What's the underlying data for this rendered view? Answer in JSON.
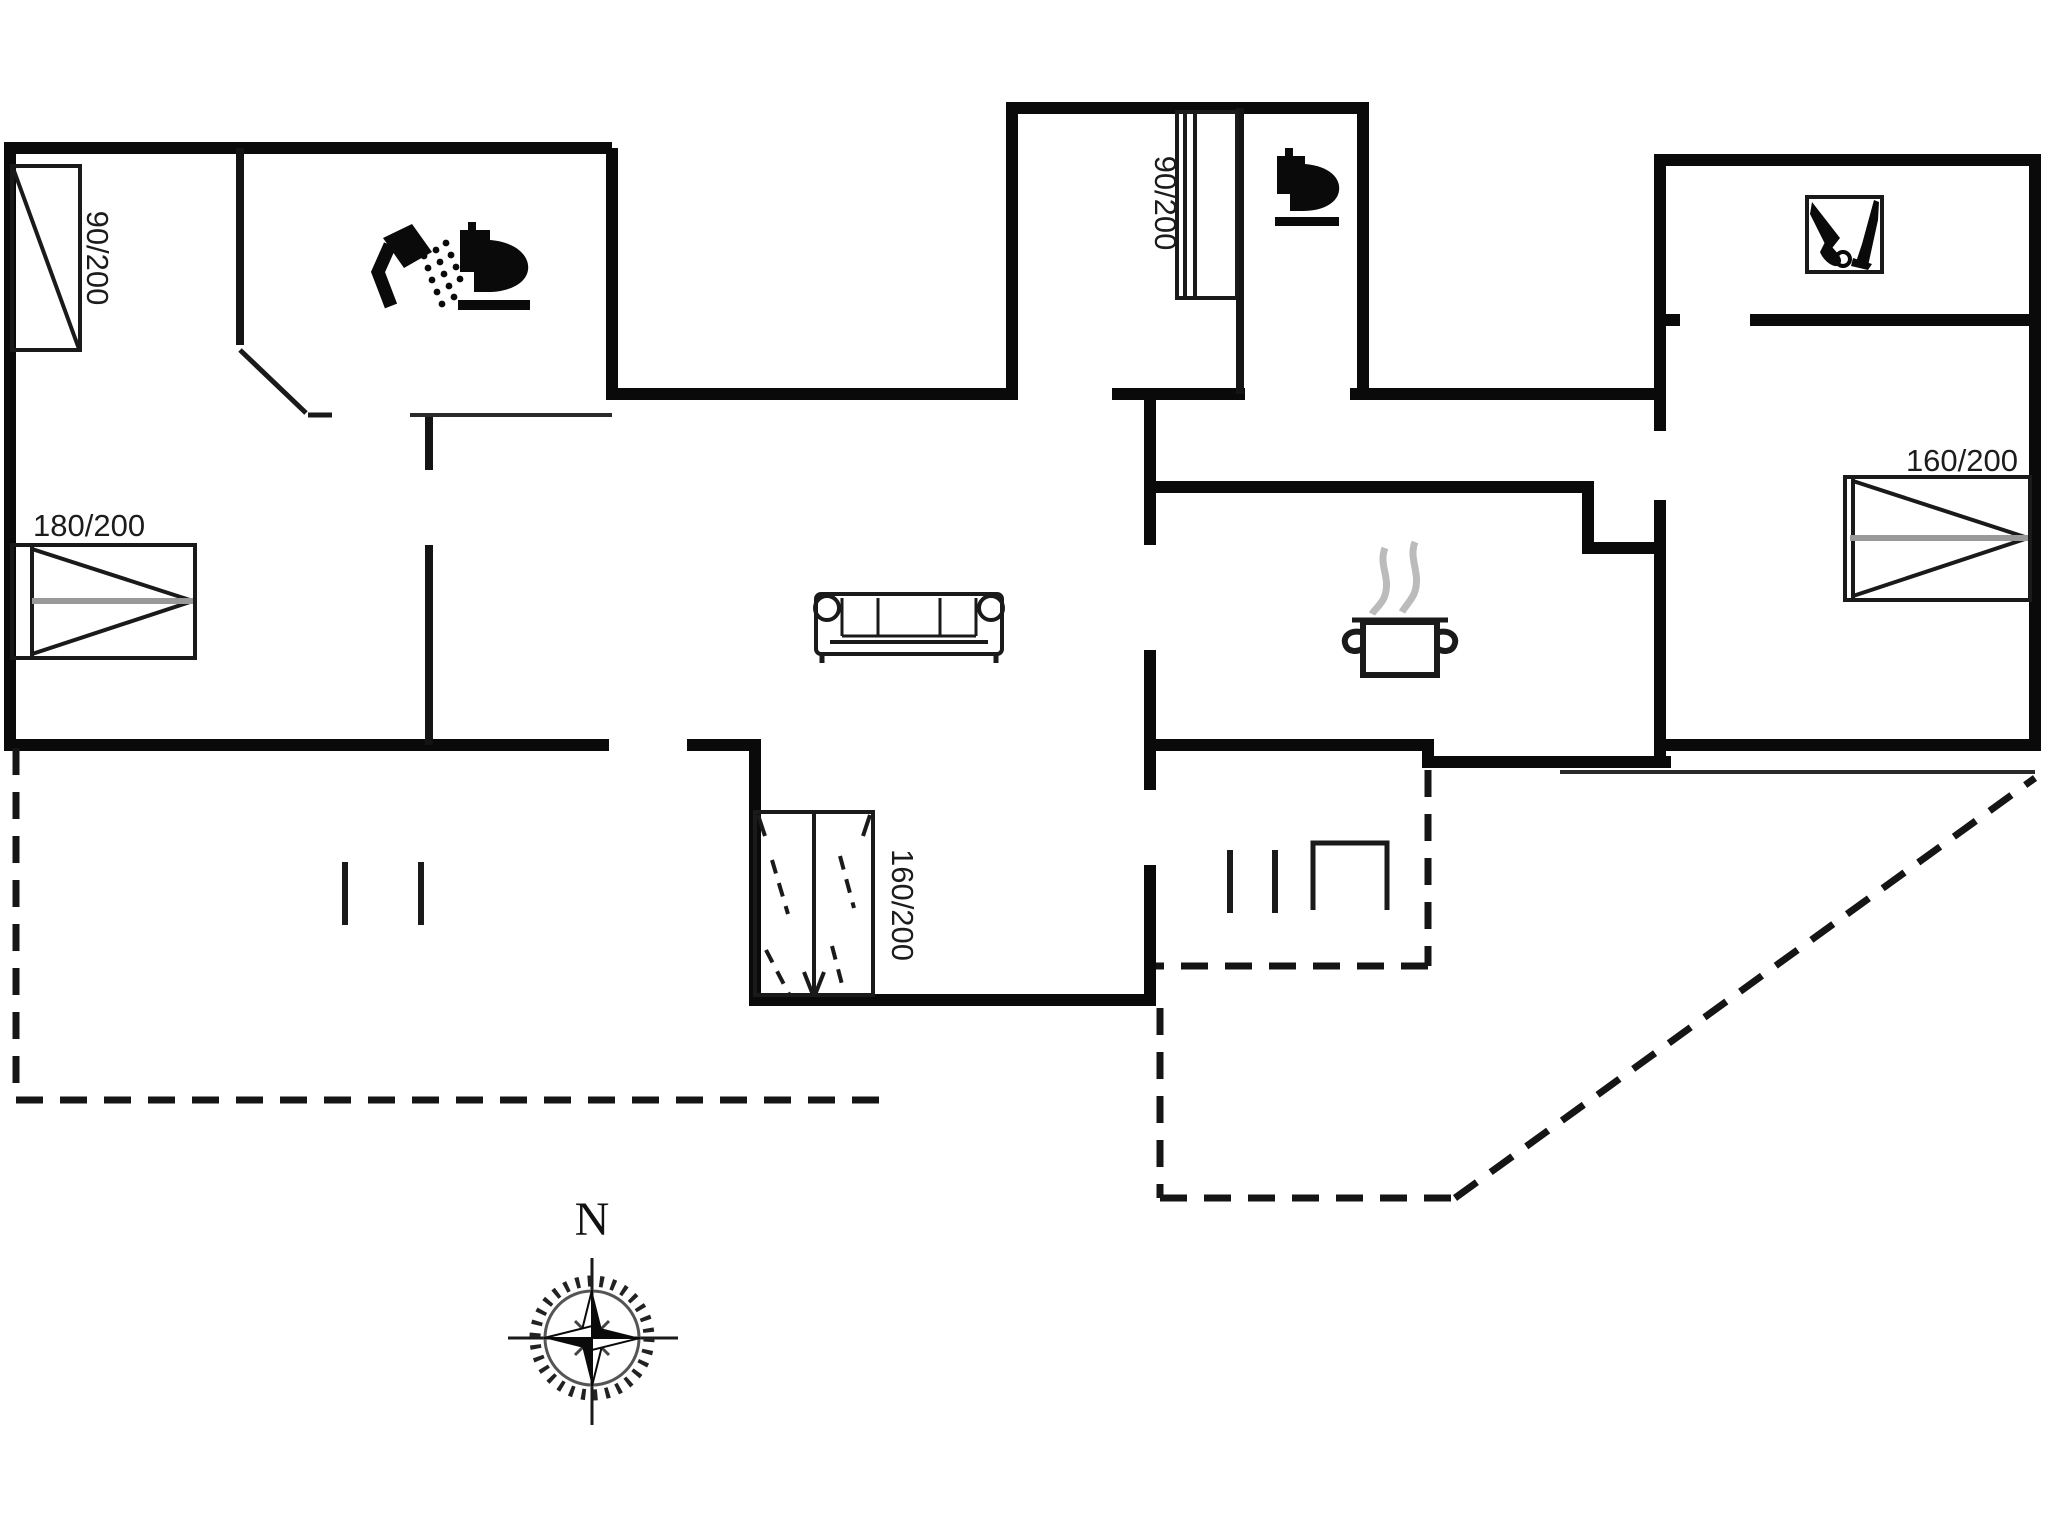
{
  "plan": {
    "type": "floor-plan",
    "bed_labels": {
      "left_single": "90/200",
      "left_double": "180/200",
      "middle_single": "90/200",
      "lower_double": "160/200",
      "right_double": "160/200"
    },
    "compass": {
      "north": "N"
    },
    "icons": [
      "shower-icon",
      "toilet-icon",
      "stove-pot-icon",
      "vacuum-cleaner-icon",
      "sofa-symbol",
      "compass-rose"
    ],
    "colors": {
      "wall": "#0a0a0a",
      "thin_line": "#2a2a2a",
      "mid_gray": "#999999",
      "steam_gray": "#bbbbbb"
    }
  }
}
